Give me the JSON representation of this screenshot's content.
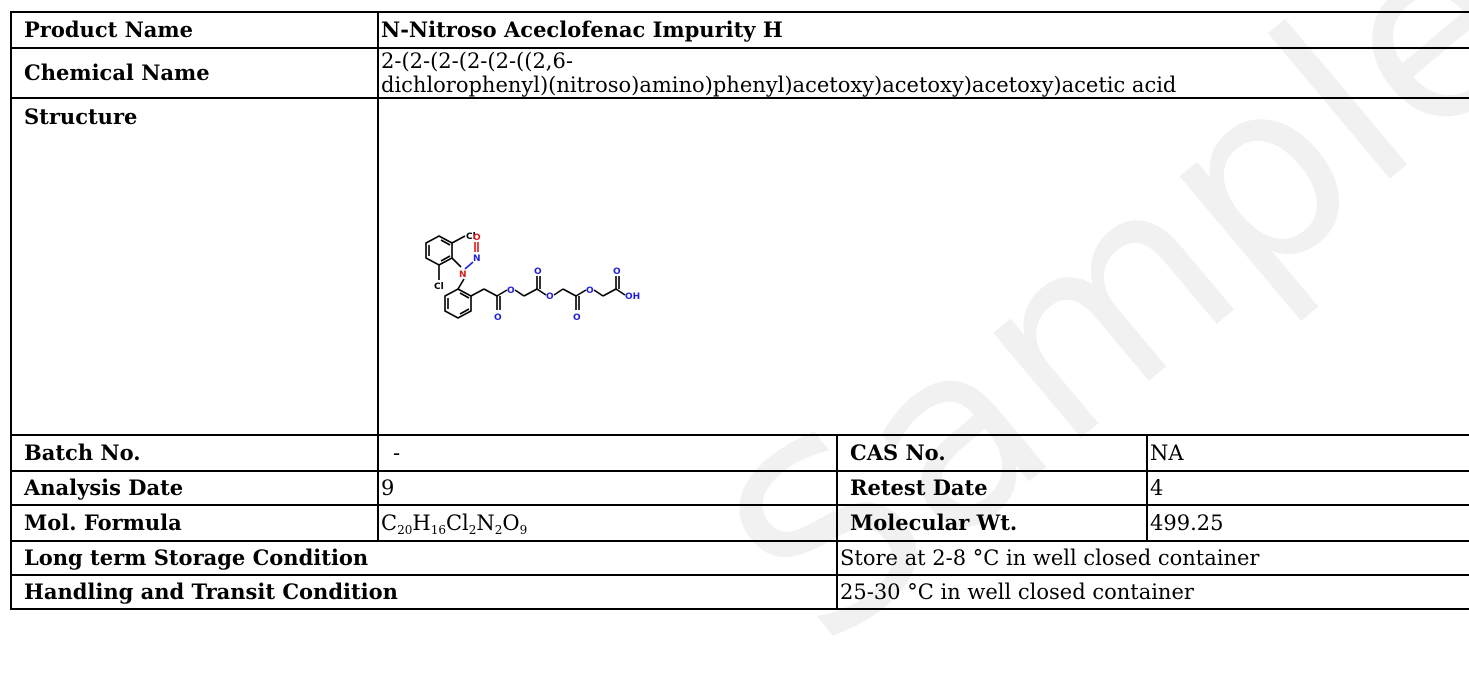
{
  "watermark": "Sample COA",
  "rows": {
    "product_name": {
      "label": "Product Name",
      "value": "N-Nitroso Aceclofenac Impurity H"
    },
    "chemical_name": {
      "label": "Chemical Name",
      "value_line1": "2-(2-(2-(2-(2-((2,6-",
      "value_line2": "dichlorophenyl)(nitroso)amino)phenyl)acetoxy)acetoxy)acetoxy)acetic acid"
    },
    "structure": {
      "label": "Structure",
      "atoms": {
        "cl_top": "Cl",
        "cl_bottom": "Cl",
        "n_amine": "N",
        "n_nitroso": "N",
        "o_nitroso": "O",
        "o_carbonyl": "O",
        "o_ester": "O",
        "oh": "OH"
      }
    },
    "batch": {
      "label": "Batch No.",
      "value": "-"
    },
    "cas": {
      "label": "CAS No.",
      "value": "NA"
    },
    "analysis_date": {
      "label": "Analysis Date",
      "value": "9"
    },
    "retest_date": {
      "label": "Retest Date",
      "value": "4"
    },
    "mol_formula": {
      "label": "Mol. Formula",
      "parts": [
        {
          "el": "C",
          "n": "20"
        },
        {
          "el": "H",
          "n": "16"
        },
        {
          "el": "Cl",
          "n": "2"
        },
        {
          "el": "N",
          "n": "2"
        },
        {
          "el": "O",
          "n": "9"
        }
      ]
    },
    "mol_wt": {
      "label": "Molecular Wt.",
      "value": "499.25"
    },
    "storage": {
      "label": "Long term Storage Condition",
      "value": "Store at 2-8 °C in well closed container"
    },
    "transit": {
      "label": "Handling and Transit Condition",
      "value": "25-30 °C in well closed container"
    }
  },
  "colors": {
    "border": "#000000",
    "nitrogen": "#1f1fd6",
    "oxygen": "#d81b1b",
    "watermark": "#f1f1f1"
  }
}
